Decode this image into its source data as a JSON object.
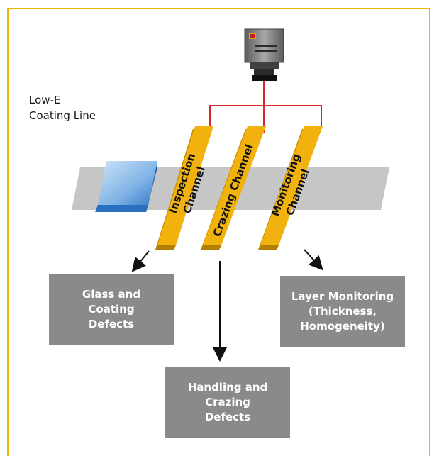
{
  "diagram": {
    "line_title": "Low-E\nCoating Line",
    "channels": [
      {
        "label_line1": "Inspection",
        "label_line2": "Channel"
      },
      {
        "label_line1": "Crazing Channel",
        "label_line2": ""
      },
      {
        "label_line1": "Monitoring",
        "label_line2": "Channel"
      }
    ],
    "outputs": {
      "glass": "Glass and\nCoating\nDefects",
      "layer": "Layer Monitoring\n(Thickness,\nHomogeneity)",
      "handling": "Handling and\nCrazing\nDefects"
    },
    "colors": {
      "frame": "#f0b400",
      "channel": "#f2b20d",
      "channel_side": "#c98f00",
      "wire": "#d62828",
      "belt": "#c4c4c4",
      "glass": "#4a8fd6",
      "box": "#8a8a8a"
    }
  }
}
